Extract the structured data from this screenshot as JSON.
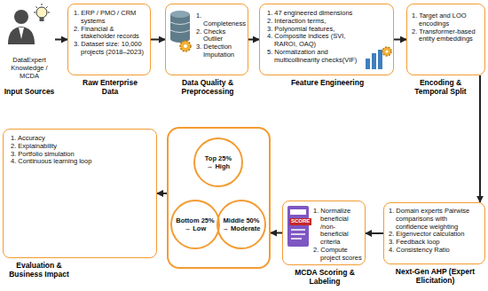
{
  "diagram": {
    "nodes": [
      {
        "text": [
          "DataExpert Knowledge / MCDA",
          "Input Sources"
        ]
      },
      {
        "text": [
          "1. ERP / PMO / CRM systems",
          "2. Financial & stakeholder records",
          "3. Dataset size: 10,000 projects (2018–2023)",
          "Raw Enterprise Data"
        ]
      },
      {
        "text": [
          "1. Completeness",
          "2. Checks Outlier",
          "3. Detection Imputation",
          "Data Quality & Preprocessing"
        ]
      },
      {
        "text": [
          "1. 47 engineered dimensions",
          "2. Interaction terms,",
          "3. Polynomial features,",
          "4. Composite indices (SVI, RAROI, OAQ)",
          "5. Normalization and multicollinearity checks(VIF)",
          "Feature Engineering"
        ]
      },
      {
        "text": [
          "1. Target and LOO encodings",
          "2. Transformer-based entity embeddings",
          "Encoding & Temporal Split"
        ]
      },
      {
        "text": [
          "1. Domain experts Pairwise comparisons with confidence weighting",
          "2. Eigenvector calculation",
          "3. Feedback loop",
          "4. Consistency Ratio",
          "Next-Gen AHP (Expert Elicitation)"
        ]
      },
      {
        "text": [
          "1. Normalize beneficial /non-beneficial criteria",
          "2. Compute project scores",
          "MCDA Scoring & Labeling"
        ]
      },
      {
        "text": []
      },
      {
        "text": [
          "Top 25%",
          "→ High"
        ],
        "in": 7
      },
      {
        "text": [
          "Bottom 25%",
          "→ Low"
        ],
        "in": 7
      },
      {
        "text": [
          "Middle 50%",
          "→ Moderate"
        ],
        "in": 7
      },
      {
        "text": [
          "1. Accuracy",
          "2. Explainability",
          "3. Portfolio simulation",
          "4. Continuous learning loop",
          "Evaluation & Business Impact"
        ]
      }
    ],
    "edges": [
      {
        "from": 0,
        "to": 1,
        "arrow": "to"
      },
      {
        "from": 1,
        "to": 2,
        "arrow": "to"
      },
      {
        "from": 2,
        "to": 3,
        "arrow": "to"
      },
      {
        "from": 3,
        "to": 4,
        "arrow": "to"
      },
      {
        "from": 4,
        "to": 5,
        "arrow": "to"
      },
      {
        "from": 5,
        "to": 6,
        "arrow": "to"
      },
      {
        "from": 6,
        "to": 7,
        "arrow": "to"
      },
      {
        "from": 7,
        "to": 11,
        "arrow": "to"
      }
    ],
    "labels": [
      "SCORE"
    ]
  }
}
